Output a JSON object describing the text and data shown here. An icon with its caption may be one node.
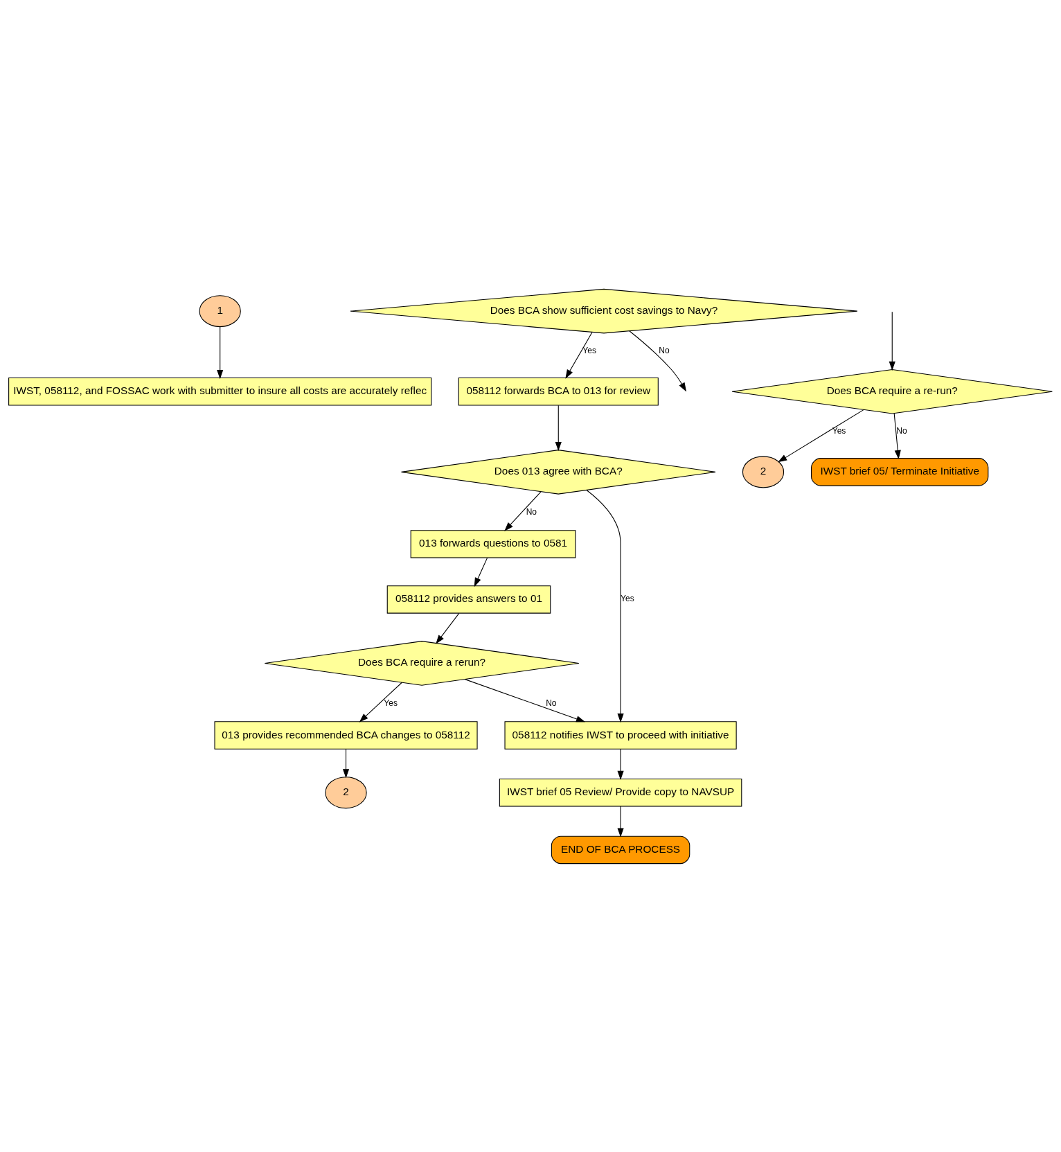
{
  "diagram": {
    "nodes": [
      {
        "text": [
          "1"
        ]
      },
      {
        "text": [
          "IWST, 058112, and FOSSAC work with submitter to insure all costs are accurately reflec"
        ]
      },
      {
        "text": [
          "Does BCA show sufficient cost savings to Navy?"
        ]
      },
      {
        "text": [
          "058112 forwards BCA to 013 for review"
        ]
      },
      {
        "text": [
          "Does BCA require a re-run?"
        ]
      },
      {
        "text": [
          "2"
        ]
      },
      {
        "text": [
          "IWST brief 05/ Terminate Initiative"
        ]
      },
      {
        "text": [
          "Does 013 agree with BCA?"
        ]
      },
      {
        "text": [
          "013 forwards questions to 0581"
        ]
      },
      {
        "text": [
          "058112 notifies IWST to proceed with initiative"
        ]
      },
      {
        "text": [
          "058112 provides answers to 01"
        ]
      },
      {
        "text": [
          "Does BCA require a rerun?"
        ]
      },
      {
        "text": [
          "013 provides recommended BCA changes to 058112"
        ]
      },
      {
        "text": [
          "2"
        ]
      },
      {
        "text": [
          "IWST brief 05 Review/ Provide copy to NAVSUP"
        ]
      },
      {
        "text": [
          "END OF BCA PROCESS"
        ]
      }
    ],
    "edges": [
      {
        "from": 0,
        "to": 1,
        "arrow": "to"
      },
      {
        "from": 2,
        "to": null,
        "arrow": "to",
        "label": "No"
      },
      {
        "from": 2,
        "to": 3,
        "arrow": "to",
        "label": "Yes"
      },
      {
        "from": null,
        "to": 4,
        "arrow": "to"
      },
      {
        "from": 4,
        "to": 5,
        "arrow": "to",
        "label": "Yes"
      },
      {
        "from": 4,
        "to": 6,
        "arrow": "to",
        "label": "No"
      },
      {
        "from": 3,
        "to": 7,
        "arrow": "to"
      },
      {
        "from": 7,
        "to": 8,
        "arrow": "to",
        "label": "No"
      },
      {
        "from": 7,
        "to": 9,
        "arrow": "to",
        "label": "Yes"
      },
      {
        "from": 8,
        "to": 10,
        "arrow": "to"
      },
      {
        "from": 10,
        "to": 11,
        "arrow": "to"
      },
      {
        "from": 11,
        "to": 9,
        "arrow": "to",
        "label": "No"
      },
      {
        "from": 11,
        "to": 12,
        "arrow": "to",
        "label": "Yes"
      },
      {
        "from": 12,
        "to": 13,
        "arrow": "to"
      },
      {
        "from": 9,
        "to": 14,
        "arrow": "to"
      },
      {
        "from": 14,
        "to": 15,
        "arrow": "to"
      }
    ]
  }
}
